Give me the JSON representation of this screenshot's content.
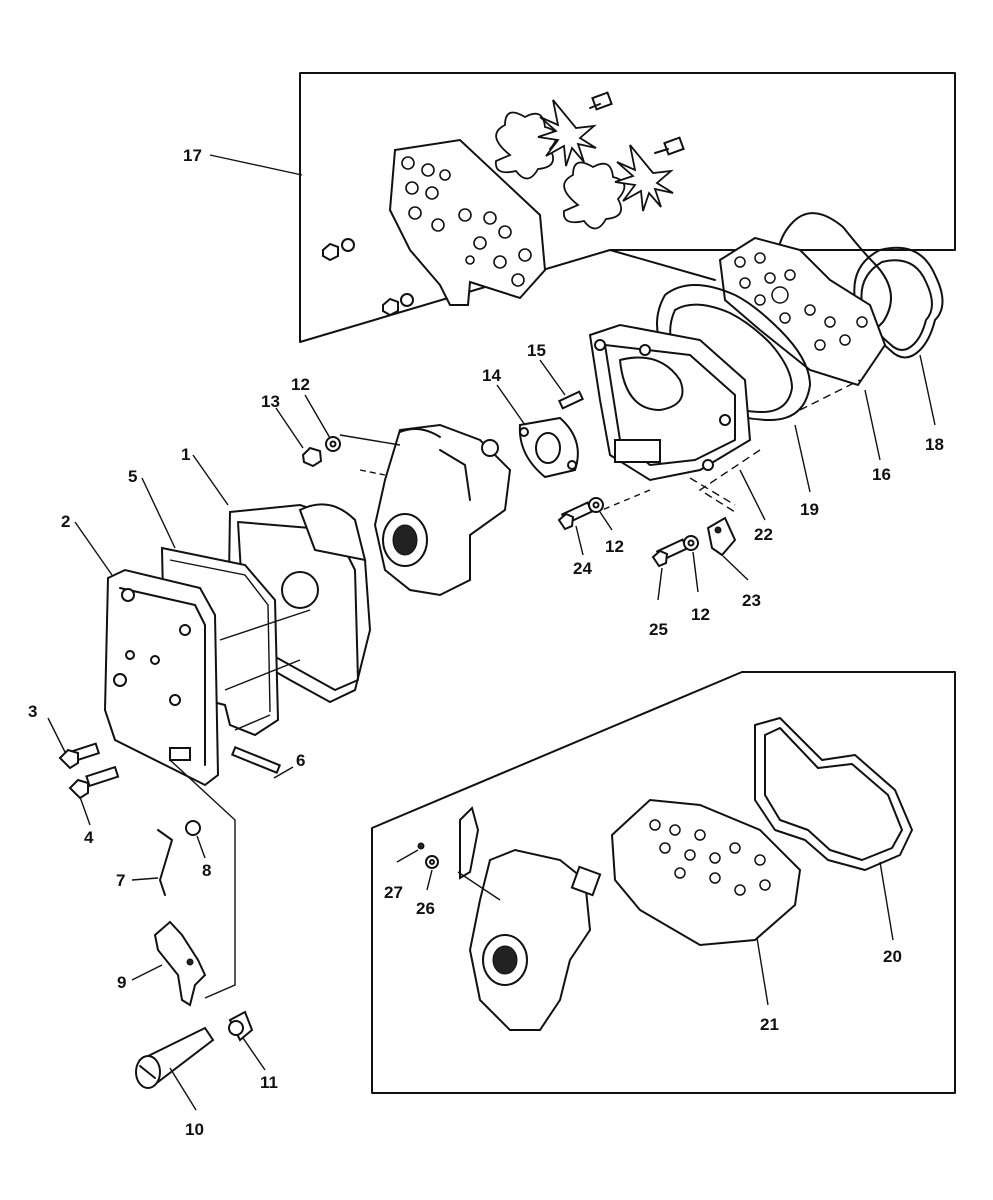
{
  "callouts": {
    "c1": "1",
    "c2": "2",
    "c3": "3",
    "c4": "4",
    "c5": "5",
    "c6": "6",
    "c7": "7",
    "c8": "8",
    "c9": "9",
    "c10": "10",
    "c11": "11",
    "c12a": "12",
    "c12b": "12",
    "c12c": "12",
    "c13": "13",
    "c14": "14",
    "c15": "15",
    "c16": "16",
    "c17": "17",
    "c18": "18",
    "c19": "19",
    "c20": "20",
    "c21": "21",
    "c22": "22",
    "c23": "23",
    "c24": "24",
    "c25": "25",
    "c26": "26",
    "c27": "27"
  }
}
